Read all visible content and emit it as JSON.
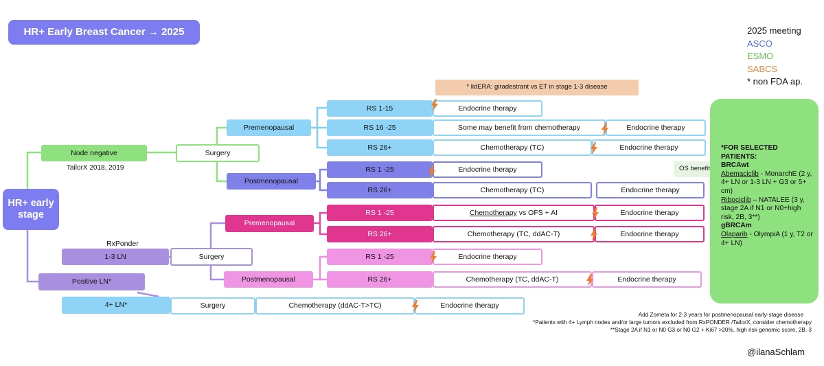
{
  "title": "HR+ Early Breast Cancer → 2025",
  "legend": {
    "heading": "2025 meeting",
    "asco": "ASCO",
    "esmo": "ESMO",
    "sabcs": "SABCS",
    "note": "* non FDA ap.",
    "colors": {
      "asco": "#4e6fd6",
      "esmo": "#6dbb5d",
      "sabcs": "#e0863e"
    }
  },
  "trial_banner": "* lidERA: giradestrant vs ET in stage 1-3 disease",
  "root": "HR+ early stage",
  "node_negative": {
    "label": "Node negative",
    "note": "TailorX 2018, 2019",
    "surgery": "Surgery"
  },
  "premenopausal_nn": {
    "label": "Premenopausal",
    "rows": [
      {
        "rs": "RS 1-15",
        "treat": "Endocrine therapy",
        "next": ""
      },
      {
        "rs": "RS 16 -25",
        "treat": "Some may benefit from chemotherapy",
        "next": "Endocrine therapy"
      },
      {
        "rs": "RS 26+",
        "treat": "Chemotherapy (TC)",
        "next": "Endocrine therapy"
      }
    ]
  },
  "postmenopausal_nn": {
    "label": "Postmenopausal",
    "rows": [
      {
        "rs": "RS 1 -25",
        "treat": "Endocrine therapy",
        "next": ""
      },
      {
        "rs": "RS 26+",
        "treat": "Chemotherapy (TC)",
        "next": "Endocrine therapy"
      }
    ]
  },
  "os_benefit": "OS benefit",
  "positive": {
    "label": "Positive LN*",
    "rxponder": "RxPonder",
    "ln13": "1-3 LN",
    "surgery": "Surgery"
  },
  "premenopausal_pos": {
    "label": "Premenopausal",
    "rows": [
      {
        "rs": "RS 1 -25",
        "treat_u": "Chemotherapy",
        "treat_rest": " vs OFS + AI",
        "next": "Endocrine therapy"
      },
      {
        "rs": "RS 26+",
        "treat": "Chemotherapy (TC, ddAC-T)",
        "next": "Endocrine therapy"
      }
    ]
  },
  "postmenopausal_pos": {
    "label": "Postmenopausal",
    "rows": [
      {
        "rs": "RS 1 -25",
        "treat": "Endocrine therapy",
        "next": ""
      },
      {
        "rs": "RS 26+",
        "treat": "Chemotherapy (TC, ddAC-T)",
        "next": "Endocrine therapy"
      }
    ]
  },
  "ln4": {
    "label": "4+ LN*",
    "surgery": "Surgery",
    "chemo": "Chemotherapy (ddAC-T>TC)",
    "endo": "Endocrine therapy"
  },
  "selected": {
    "heading": "*FOR SELECTED PATIENTS:",
    "brcawt": "BRCAwt",
    "abema": "Abemaciclib",
    "abema_rest": " - MonarchE (2 y, 4+ LN or 1-3 LN + G3 or 5+ cm)",
    "ribo": "Ribociclib",
    "ribo_rest": " – NATALEE (3 y, stage 2A if N1 or N0+high risk, 2B, 3**)",
    "gbrcam": "gBRCAm",
    "olap": "Olaparib",
    "olap_rest": " - OlympiA (1 y, T2 or 4+ LN)"
  },
  "footnotes": [
    "Add Zometa for 2-3 years for postmenopausal  early-stage disease",
    "*Patients with 4+ Lymph nodes and/or large tumors excluded  from RxPONDER /TailorX, consider chemotherapy",
    "**Stage 2A if N1 or N0 G3 or N0 G2 + Ki67 >20%, high risk genomic score, 2B, 3"
  ],
  "handle": "@ilanaSchlam"
}
